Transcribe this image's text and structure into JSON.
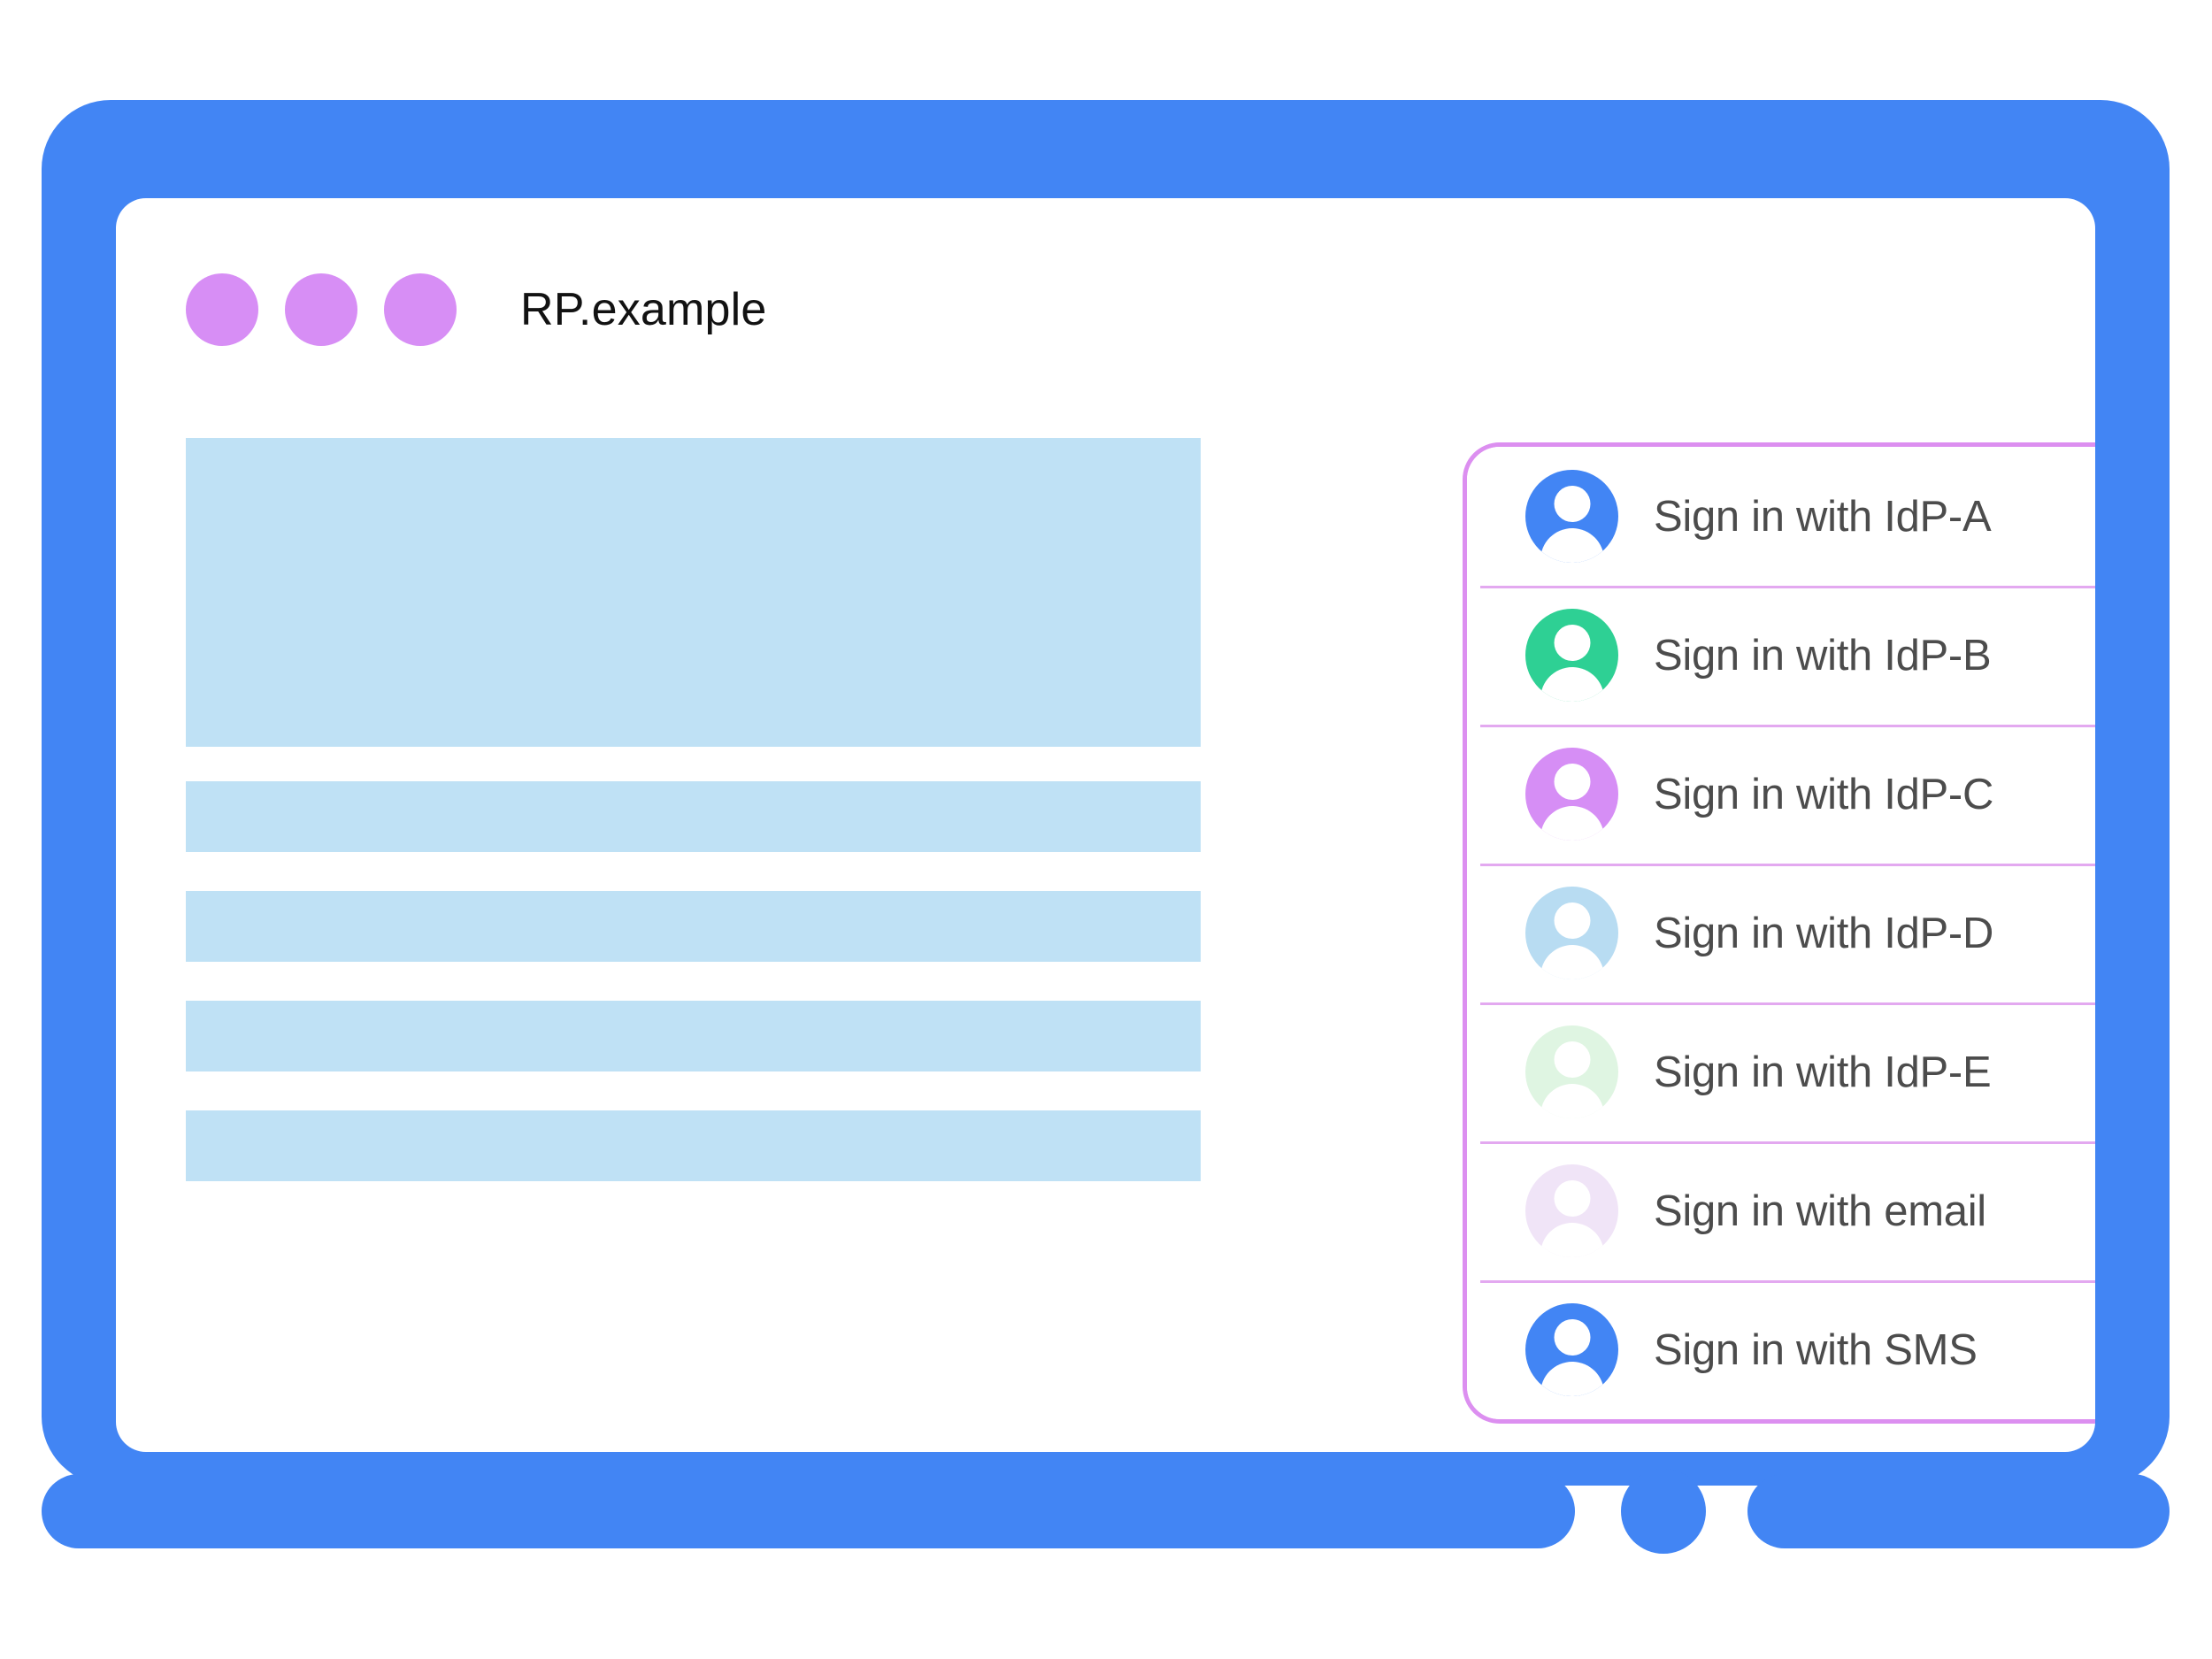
{
  "colors": {
    "bezel_blue": "#4285f4",
    "header_dot_purple": "#d78ef5",
    "placeholder_blue": "#bfe1f5",
    "panel_border_purple": "#dc8ff0",
    "divider_purple": "#e3a9f0",
    "label_gray": "#4c4c4c",
    "title_black": "#121212"
  },
  "window": {
    "title": "RP.example",
    "dots": [
      {
        "name": "window-dot-1",
        "color": "#d78ef5"
      },
      {
        "name": "window-dot-2",
        "color": "#d78ef5"
      },
      {
        "name": "window-dot-3",
        "color": "#d78ef5"
      }
    ]
  },
  "content_blocks": [
    {
      "name": "content-block-hero",
      "type": "tall"
    },
    {
      "name": "content-block-line-1",
      "type": "bar"
    },
    {
      "name": "content-block-line-2",
      "type": "bar"
    },
    {
      "name": "content-block-line-3",
      "type": "bar"
    },
    {
      "name": "content-block-line-4",
      "type": "bar"
    }
  ],
  "signin_panel": {
    "rows": [
      {
        "label": "Sign in with IdP-A",
        "icon": "account-avatar-icon",
        "avatar_color": "#4285f4"
      },
      {
        "label": "Sign in with IdP-B",
        "icon": "account-avatar-icon",
        "avatar_color": "#2ed094"
      },
      {
        "label": "Sign in with IdP-C",
        "icon": "account-avatar-icon",
        "avatar_color": "#d68ef5"
      },
      {
        "label": "Sign in with IdP-D",
        "icon": "account-avatar-icon",
        "avatar_color": "#b8dcf2"
      },
      {
        "label": "Sign in with IdP-E",
        "icon": "account-avatar-icon",
        "avatar_color": "#dff5e2"
      },
      {
        "label": "Sign in with email",
        "icon": "account-avatar-icon",
        "avatar_color": "#f0e4f7"
      },
      {
        "label": "Sign in with SMS",
        "icon": "account-avatar-icon",
        "avatar_color": "#4285f4"
      }
    ]
  },
  "device": {
    "home_button": "home-button"
  }
}
